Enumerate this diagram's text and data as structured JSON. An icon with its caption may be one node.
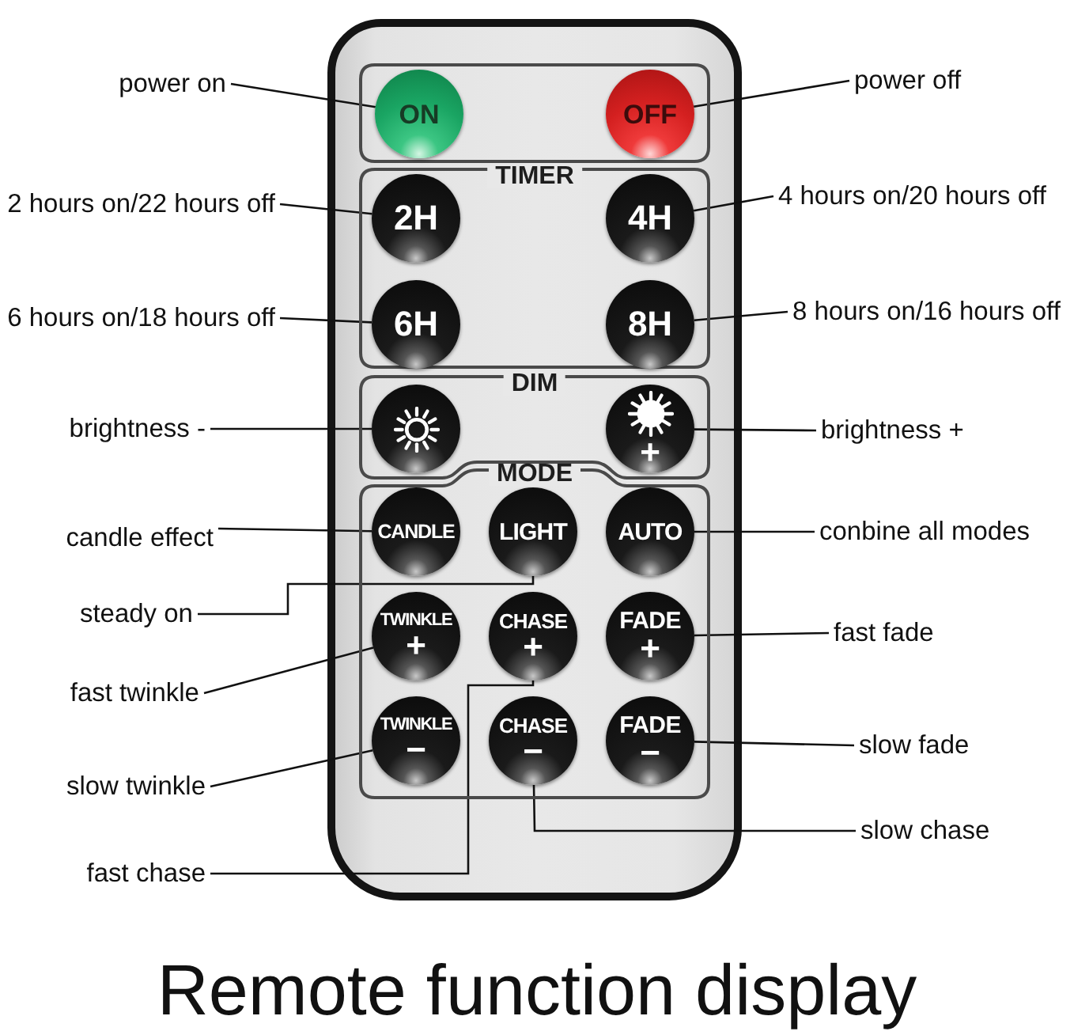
{
  "diagram": {
    "caption": "Remote function display",
    "nodes": [
      {
        "text": [],
        "shape": "box"
      },
      {
        "text": [
          "ON"
        ],
        "in": 0
      },
      {
        "text": [
          "OFF"
        ],
        "in": 0
      },
      {
        "text": [
          "TIMER"
        ]
      },
      {
        "text": [
          "2H"
        ],
        "in": 3
      },
      {
        "text": [
          "4H"
        ],
        "in": 3
      },
      {
        "text": [
          "6H"
        ],
        "in": 3
      },
      {
        "text": [
          "8H"
        ],
        "in": 3
      },
      {
        "text": [
          "DIM"
        ]
      },
      {
        "text": [],
        "shape": "circle",
        "in": 8
      },
      {
        "text": [
          "+"
        ],
        "in": 8
      },
      {
        "text": [
          "MODE"
        ]
      },
      {
        "text": [
          "CANDLE"
        ],
        "in": 11
      },
      {
        "text": [
          "LIGHT"
        ],
        "in": 11
      },
      {
        "text": [
          "AUTO"
        ],
        "in": 11
      },
      {
        "text": [
          "TWINKLE",
          "+"
        ],
        "in": 11
      },
      {
        "text": [
          "CHASE",
          "+"
        ],
        "in": 11
      },
      {
        "text": [
          "FADE",
          "+"
        ],
        "in": 11
      },
      {
        "text": [
          "TWINKLE",
          "−"
        ],
        "in": 11
      },
      {
        "text": [
          "CHASE",
          "−"
        ],
        "in": 11
      },
      {
        "text": [
          "FADE",
          "−"
        ],
        "in": 11
      },
      {
        "text": [
          "power on"
        ]
      },
      {
        "text": [
          "power off"
        ]
      },
      {
        "text": [
          "2 hours on/22 hours off"
        ]
      },
      {
        "text": [
          "4 hours on/20 hours off"
        ]
      },
      {
        "text": [
          "6 hours on/18 hours off"
        ]
      },
      {
        "text": [
          "8 hours on/16 hours off"
        ]
      },
      {
        "text": [
          "brightness -"
        ]
      },
      {
        "text": [
          "brightness +"
        ]
      },
      {
        "text": [
          "candle effect"
        ]
      },
      {
        "text": [
          "conbine all modes"
        ]
      },
      {
        "text": [
          "steady on"
        ]
      },
      {
        "text": [
          "fast twinkle"
        ]
      },
      {
        "text": [
          "fast fade"
        ]
      },
      {
        "text": [
          "slow twinkle"
        ]
      },
      {
        "text": [
          "slow fade"
        ]
      },
      {
        "text": [
          "fast chase"
        ]
      },
      {
        "text": [
          "slow chase"
        ]
      }
    ],
    "edges": [
      {
        "from": 21,
        "to": 1,
        "arrow": "none"
      },
      {
        "from": 22,
        "to": 2,
        "arrow": "none"
      },
      {
        "from": 23,
        "to": 4,
        "arrow": "none"
      },
      {
        "from": 24,
        "to": 5,
        "arrow": "none"
      },
      {
        "from": 25,
        "to": 6,
        "arrow": "none"
      },
      {
        "from": 26,
        "to": 7,
        "arrow": "none"
      },
      {
        "from": 27,
        "to": 9,
        "arrow": "none"
      },
      {
        "from": 28,
        "to": 10,
        "arrow": "none"
      },
      {
        "from": 29,
        "to": 12,
        "arrow": "none"
      },
      {
        "from": 30,
        "to": 14,
        "arrow": "none"
      },
      {
        "from": 31,
        "to": 13,
        "arrow": "none"
      },
      {
        "from": 32,
        "to": 15,
        "arrow": "none"
      },
      {
        "from": 33,
        "to": 17,
        "arrow": "none"
      },
      {
        "from": 34,
        "to": 18,
        "arrow": "none"
      },
      {
        "from": 35,
        "to": 20,
        "arrow": "none"
      },
      {
        "from": 36,
        "to": 16,
        "arrow": "none"
      },
      {
        "from": 37,
        "to": 19,
        "arrow": "none"
      }
    ]
  }
}
